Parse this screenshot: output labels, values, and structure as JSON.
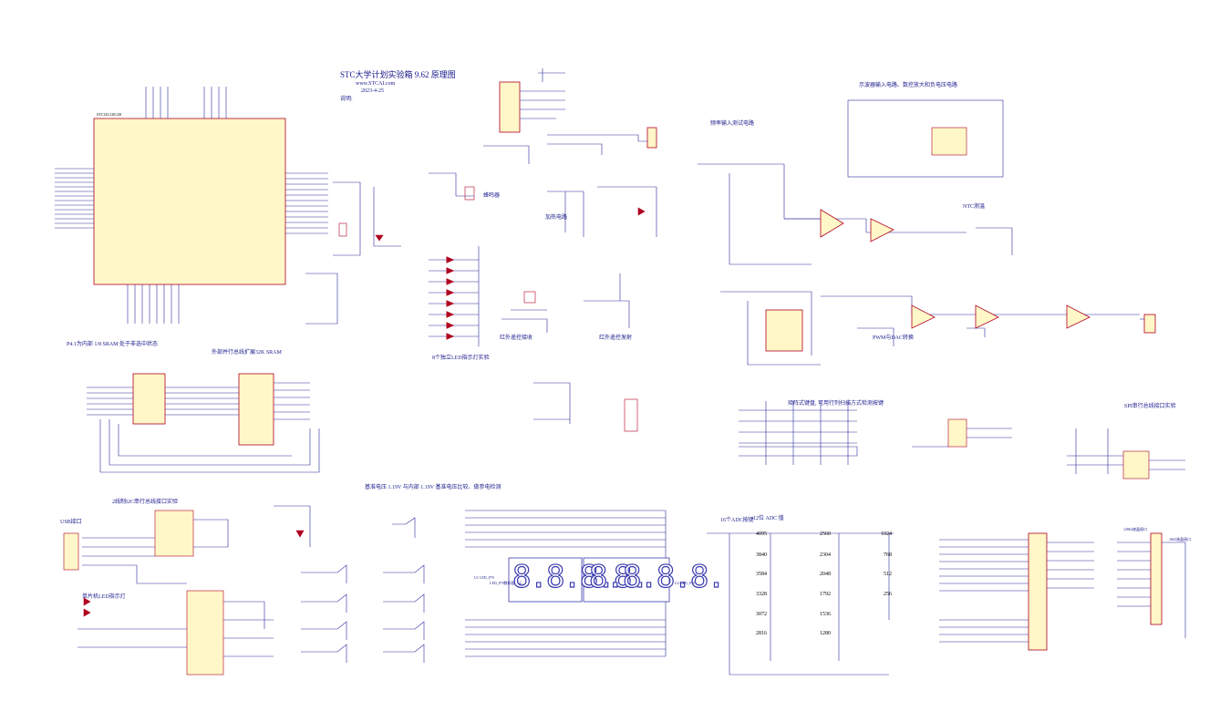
{
  "title": {
    "line1": "STC大学计划实验箱 9.62 原理图",
    "line2": "www.STCAI.com",
    "line3": "2023-4-25",
    "note_head": "说明:"
  },
  "section_labels": {
    "mcu": "STC32G12K128",
    "sram_title": "外部并行总线扩展32K SRAM",
    "sram_note": "P4.1为内部 1/8 SRAM 处于非选中状态",
    "led8": "8个独立LED指示灯实验",
    "ir_recv": "红外遥控接收",
    "ir_send": "红外遥控发射",
    "buzzer": "蜂鸣器",
    "heater": "加热电路",
    "scope_in": "示波器输入电路、数控放大和负电压电路",
    "freq_in": "频率输入测试电路",
    "vref": "基准电压 1.19V 与内部 1.19V 基准电压比较、做参电检测",
    "iic": "2线制I2C串行总线接口实验",
    "usb": "USB接口",
    "led_usb": "单片机LED指示灯",
    "seg7": "LED_8*8数码管显示",
    "adc_keys": "16个ADC按键",
    "adc_value": "12位 ADC 值",
    "matrix_keys": "矩阵式键盘, 可用行列扫描方式检测按键",
    "spi": "SPI串行总线接口实验",
    "lcd12864": "12864液晶接口",
    "lcd1602": "1602液晶接口",
    "ntc": "NTC测温",
    "pwm_dac": "PWM与DAC转换"
  },
  "adc_key_values": {
    "col1": [
      "4095",
      "3840",
      "3584",
      "3328",
      "3072",
      "2816"
    ],
    "col2": [
      "2560",
      "2304",
      "2048",
      "1792",
      "1536",
      "1280"
    ],
    "col3": [
      "1024",
      "768",
      "512",
      "256"
    ]
  },
  "seg7": {
    "digit_text": "8.",
    "digits_per_group": 4,
    "groups": [
      "U1 LED_8*8",
      "U2 LED_8*8"
    ]
  },
  "colors": {
    "wire": "#2a2a9c",
    "component": "#b00020",
    "text": "#1a1a8c",
    "module_fill": "#fff7c8",
    "module_stroke": "#b00020",
    "seg_stroke": "#3a3ab0"
  }
}
